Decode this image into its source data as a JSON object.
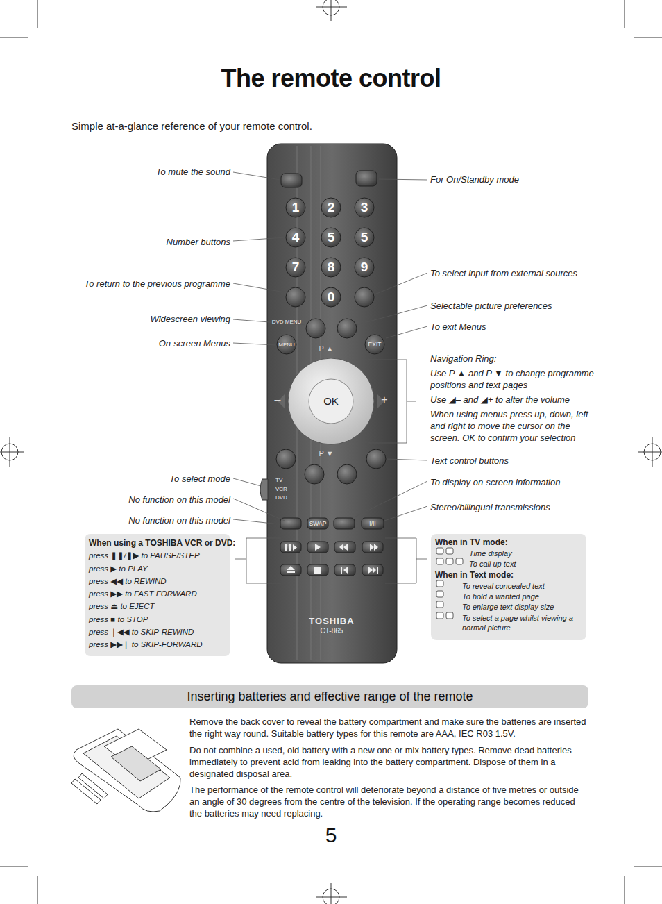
{
  "diagram": {
    "title": "The remote control",
    "nodes": [
      {
        "text": [
          "When using a TOSHIBA VCR or DVD:",
          "press ❚❚/❚▶ to PAUSE/STEP",
          "press ▶ to PLAY",
          "press ◀◀ to REWIND",
          "press ▶▶ to FAST FORWARD",
          "press ⏏ to EJECT",
          "press ■ to STOP",
          "press ❘◀◀ to SKIP-REWIND",
          "press ▶▶❘ to SKIP-FORWARD"
        ]
      },
      {
        "text": [
          "When in TV mode:",
          "Time display",
          "To call up text",
          "When in Text mode:",
          "To reveal concealed text",
          "To hold a wanted page",
          "To enlarge text display size",
          "To select a page whilst viewing a normal picture"
        ]
      },
      {
        "text": [
          "Inserting batteries and effective range of the remote"
        ]
      }
    ],
    "labels": [
      "Simple at-a-glance reference of your remote control.",
      "To mute the sound",
      "Number buttons",
      "To return to the previous programme",
      "Widescreen viewing",
      "On-screen Menus",
      "To select mode",
      "No function on this model",
      "No function on this model",
      "For On/Standby mode",
      "To select input from external sources",
      "Selectable picture preferences",
      "To exit Menus",
      "Navigation Ring:",
      "Use P ▲ and P ▼ to change programme positions and text pages",
      "Use ◢– and ◢+ to alter the volume",
      "When using menus press up, down, left and right to move the cursor on the screen. OK to confirm your selection",
      "Text control buttons",
      "To display on-screen information",
      "Stereo/bilingual transmissions",
      "1",
      "2",
      "3",
      "4",
      "5",
      "5",
      "7",
      "8",
      "9",
      "0",
      "OK",
      "DVD MENU",
      "MENU",
      "EXIT",
      "P ▲",
      "P ▼",
      "–",
      "+",
      "TV",
      "VCR",
      "DVD",
      "SWAP",
      "I/II",
      "TOSHIBA",
      "CT-865",
      "Remove the back cover to reveal the battery compartment and make sure the batteries are inserted the right way round. Suitable battery types for this remote are AAA, IEC R03 1.5V.",
      "Do not combine a used, old battery with a new one or mix battery types. Remove dead batteries immediately to prevent acid from leaking into the battery compartment. Dispose of them in a designated disposal area.",
      "The performance of the remote control will deteriorate beyond a distance of five metres or outside an angle of 30 degrees from the centre of the television. If the operating range becomes reduced the batteries may need replacing.",
      "5"
    ]
  }
}
